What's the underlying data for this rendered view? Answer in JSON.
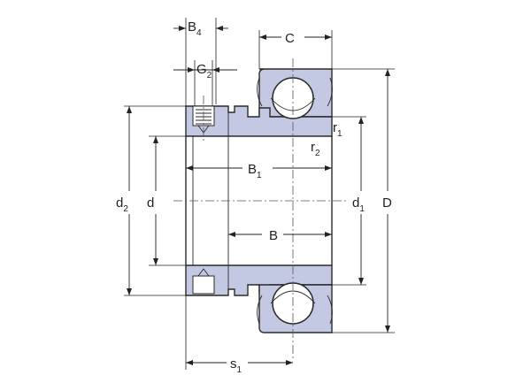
{
  "labels": {
    "B4": {
      "main": "B",
      "sub": "4"
    },
    "C": {
      "main": "C"
    },
    "G2": {
      "main": "G",
      "sub": "2"
    },
    "r1": {
      "main": "r",
      "sub": "1"
    },
    "r2": {
      "main": "r",
      "sub": "2"
    },
    "B1": {
      "main": "B",
      "sub": "1"
    },
    "d2": {
      "main": "d",
      "sub": "2"
    },
    "d": {
      "main": "d"
    },
    "d1": {
      "main": "d",
      "sub": "1"
    },
    "D": {
      "main": "D"
    },
    "B": {
      "main": "B"
    },
    "s1": {
      "main": "s",
      "sub": "1"
    }
  }
}
